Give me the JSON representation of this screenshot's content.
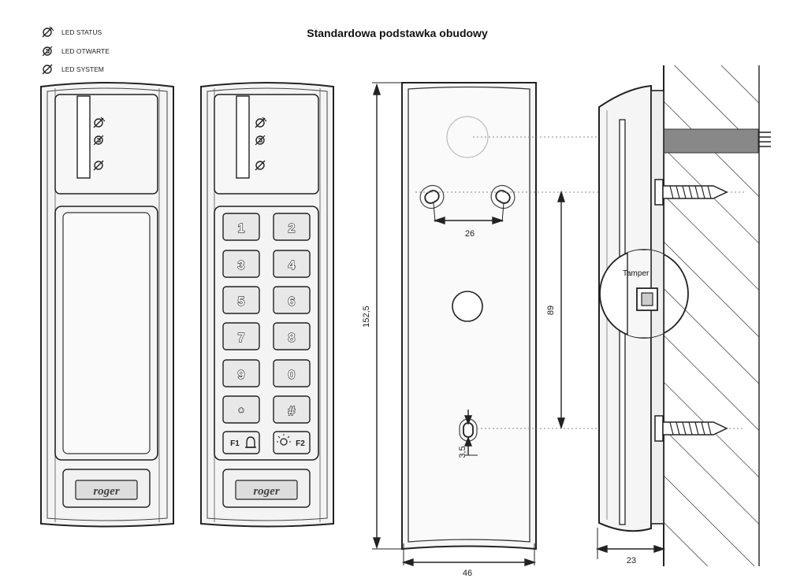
{
  "title": "Standardowa podstawka obudowy",
  "legend": [
    {
      "icon": "led-status-icon",
      "label": "LED STATUS"
    },
    {
      "icon": "led-otwarte-icon",
      "label": "LED OTWARTE"
    },
    {
      "icon": "led-system-icon",
      "label": "LED SYSTEM"
    }
  ],
  "keypad": {
    "keys": [
      "1",
      "2",
      "3",
      "4",
      "5",
      "6",
      "7",
      "8",
      "9",
      "0",
      "*",
      "#"
    ],
    "f1_label": "F1",
    "f2_label": "F2"
  },
  "logo": "roger",
  "dimensions": {
    "height": "152,5",
    "width": "46",
    "hole_spacing": "26",
    "vertical_spacing": "89",
    "hole_size": "3,5",
    "depth": "23"
  },
  "callout": "Tamper"
}
